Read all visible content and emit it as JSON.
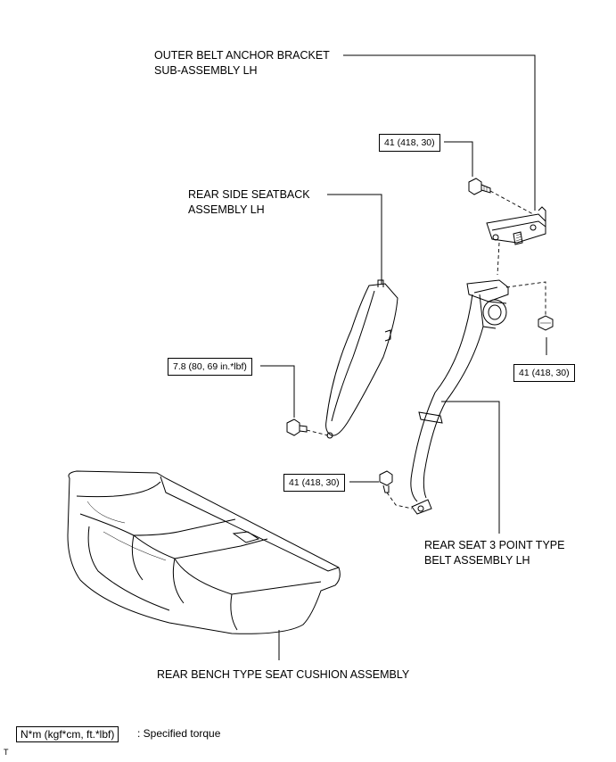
{
  "labels": {
    "outer_belt_anchor": [
      "OUTER BELT ANCHOR BRACKET",
      "SUB-ASSEMBLY LH"
    ],
    "rear_side_seatback": [
      "REAR SIDE SEATBACK",
      "ASSEMBLY LH"
    ],
    "rear_seat_belt": [
      "REAR SEAT 3 POINT TYPE",
      "BELT ASSEMBLY LH"
    ],
    "rear_bench_cushion": "REAR BENCH TYPE SEAT CUSHION ASSEMBLY"
  },
  "torque": {
    "anchor_bolt": "41 (418, 30)",
    "belt_upper_bolt": "41 (418, 30)",
    "seatback_bolt": "7.8 (80, 69 in.*lbf)",
    "belt_lower_bolt": "41 (418, 30)"
  },
  "legend": {
    "box": "N*m (kgf*cm, ft.*lbf)",
    "text": ": Specified torque"
  },
  "corner_mark": "T"
}
